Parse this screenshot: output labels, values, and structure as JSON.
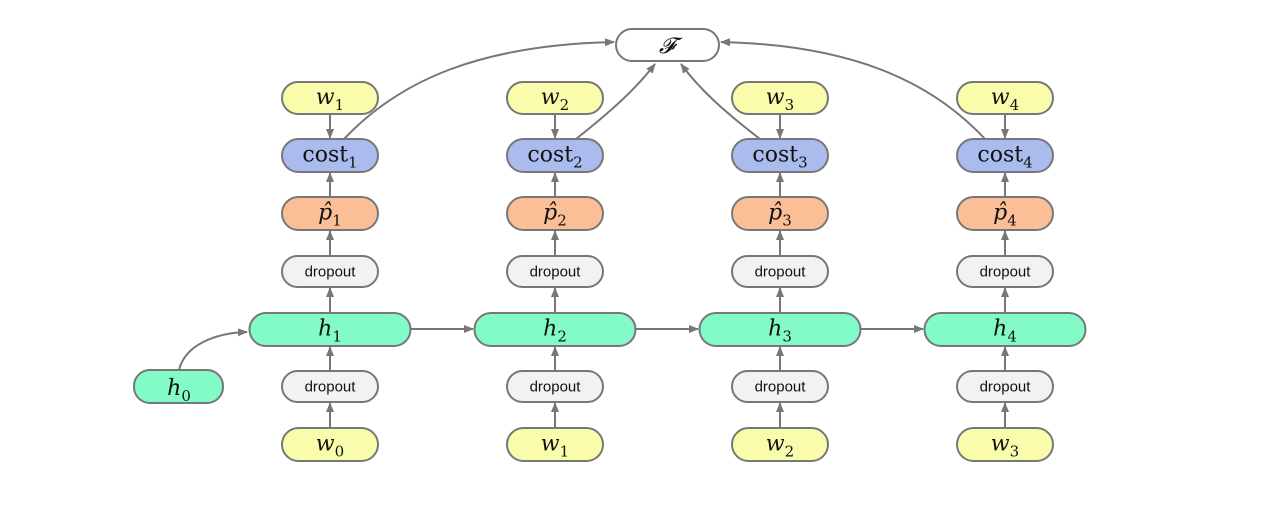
{
  "colors": {
    "word": "#f8fcab",
    "cost": "#a9bced",
    "prob": "#fbbf98",
    "dropout": "#f1f3f1",
    "hidden": "#82fbc8",
    "objective": "#ffffff",
    "edge": "#777777"
  },
  "objective": {
    "label": "𝓕"
  },
  "h0": {
    "base": "h",
    "sub": "0"
  },
  "columns": [
    {
      "top_word": {
        "base": "w",
        "sub": "1"
      },
      "cost": {
        "base": "cost",
        "sub": "1"
      },
      "prob": {
        "base": "p̂",
        "sub": "1"
      },
      "dropout_top": "dropout",
      "hidden": {
        "base": "h",
        "sub": "1"
      },
      "dropout_bottom": "dropout",
      "input_word": {
        "base": "w",
        "sub": "0"
      }
    },
    {
      "top_word": {
        "base": "w",
        "sub": "2"
      },
      "cost": {
        "base": "cost",
        "sub": "2"
      },
      "prob": {
        "base": "p̂",
        "sub": "2"
      },
      "dropout_top": "dropout",
      "hidden": {
        "base": "h",
        "sub": "2"
      },
      "dropout_bottom": "dropout",
      "input_word": {
        "base": "w",
        "sub": "1"
      }
    },
    {
      "top_word": {
        "base": "w",
        "sub": "3"
      },
      "cost": {
        "base": "cost",
        "sub": "3"
      },
      "prob": {
        "base": "p̂",
        "sub": "3"
      },
      "dropout_top": "dropout",
      "hidden": {
        "base": "h",
        "sub": "3"
      },
      "dropout_bottom": "dropout",
      "input_word": {
        "base": "w",
        "sub": "2"
      }
    },
    {
      "top_word": {
        "base": "w",
        "sub": "4"
      },
      "cost": {
        "base": "cost",
        "sub": "4"
      },
      "prob": {
        "base": "p̂",
        "sub": "4"
      },
      "dropout_top": "dropout",
      "hidden": {
        "base": "h",
        "sub": "4"
      },
      "dropout_bottom": "dropout",
      "input_word": {
        "base": "w",
        "sub": "3"
      }
    }
  ]
}
